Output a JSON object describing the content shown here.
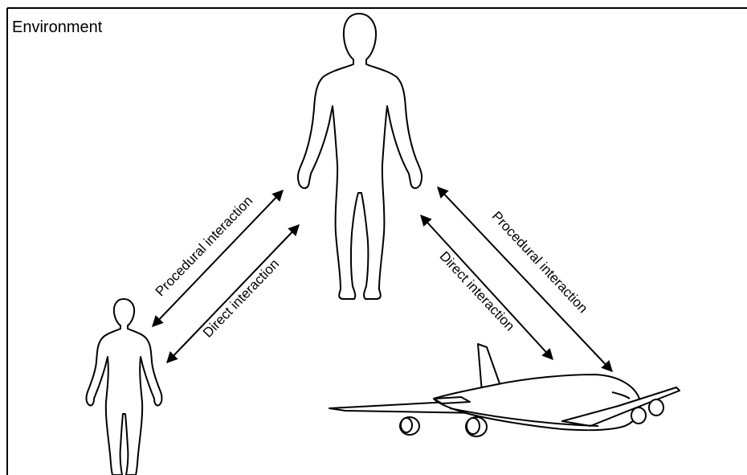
{
  "title": "Environment",
  "relations": {
    "left_procedural": "Procedural interaction",
    "left_direct": "Direct interaction",
    "right_procedural": "Procedural interaction",
    "right_direct": "Direct interaction"
  },
  "icons": {
    "central_person": "person-silhouette-icon",
    "secondary_person": "person-silhouette-icon",
    "aircraft": "airplane-icon"
  }
}
